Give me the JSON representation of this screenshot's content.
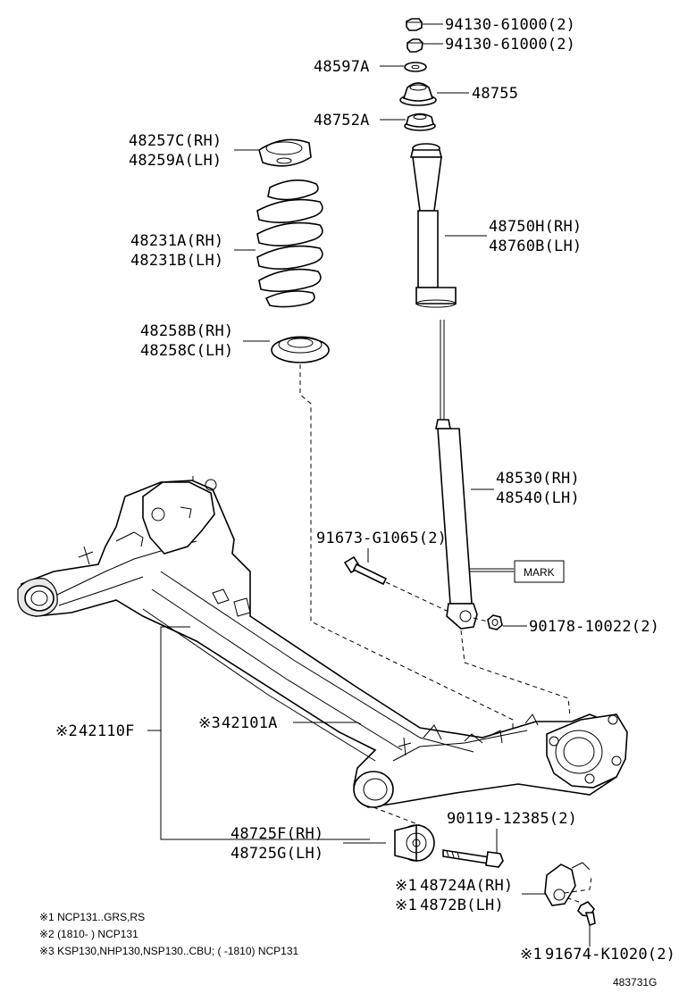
{
  "labels": {
    "nut_upper": "94130-61000(2)",
    "nut_lower": "94130-61000(2)",
    "washer": "48597A",
    "support": "48755",
    "bearing": "48752A",
    "upper_seat_rh": "48257C(RH)",
    "upper_seat_lh": "48259A(LH)",
    "coil_spring_rh": "48231A(RH)",
    "coil_spring_lh": "48231B(LH)",
    "lower_seat_rh": "48258B(RH)",
    "lower_seat_lh": "48258C(LH)",
    "bumper_rh": "48750H(RH)",
    "bumper_lh": "48760B(LH)",
    "absorber_rh": "48530(RH)",
    "absorber_lh": "48540(LH)",
    "bolt_absorber": "91673-G1065(2)",
    "mark": "MARK",
    "nut_absorber": "90178-10022(2)",
    "beam_prefix": "※2",
    "beam": "42110F",
    "axle_prefix": "※3",
    "axle": "42101A",
    "bolt_bushing": "90119-12385(2)",
    "bushing_rh": "48725F(RH)",
    "bushing_lh": "48725G(LH)",
    "bracket_rh_prefix": "※1",
    "bracket_rh": "48724A(RH)",
    "bracket_lh_prefix": "※1",
    "bracket_lh": "4872B(LH)",
    "bolt_bracket_prefix": "※1",
    "bolt_bracket": "91674-K1020(2)",
    "diagram_id": "483731G"
  },
  "notes": [
    "※1  NCP131..GRS,RS",
    "※2 (1810-        ) NCP131",
    "※3 KSP130,NHP130,NSP130..CBU; (        -1810) NCP131"
  ]
}
